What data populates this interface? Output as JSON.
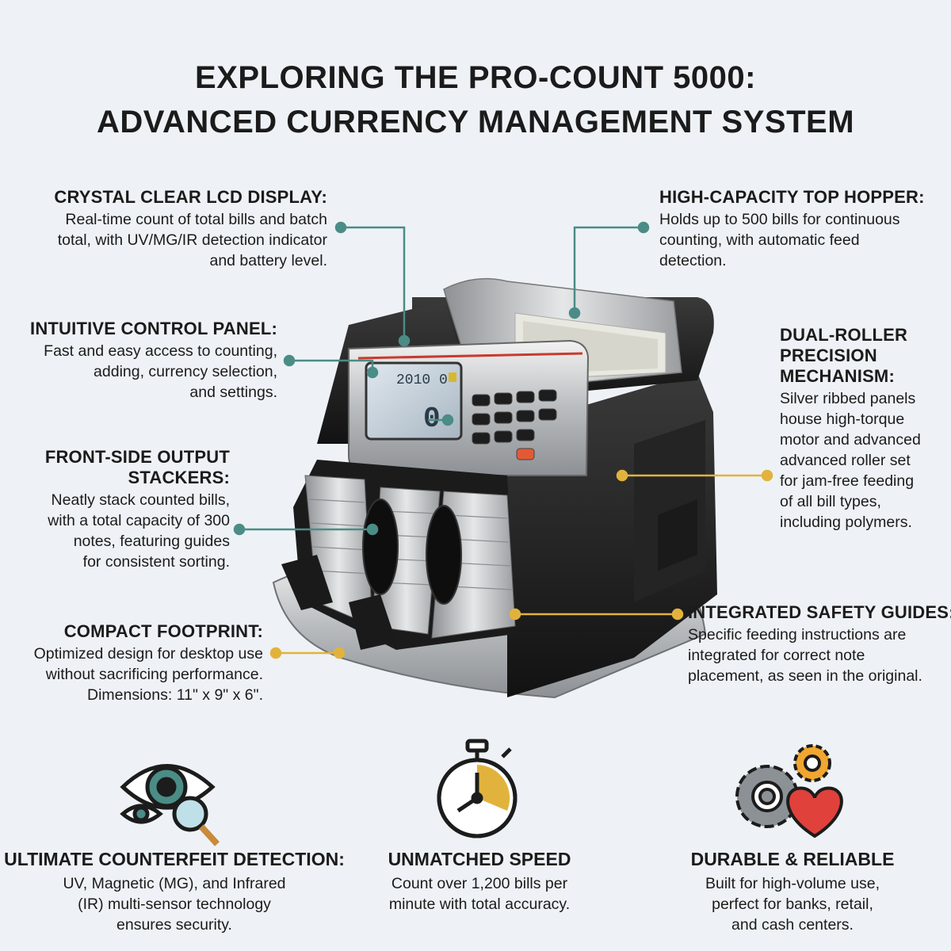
{
  "title": {
    "line1": "EXPLORING THE PRO-COUNT 5000:",
    "line2": "ADVANCED CURRENCY MANAGEMENT SYSTEM"
  },
  "callouts": {
    "lcd": {
      "heading": "CRYSTAL CLEAR LCD DISPLAY:",
      "lines": [
        "Real-time count of total bills and batch",
        "total, with UV/MG/IR detection indicator",
        "and battery level."
      ]
    },
    "control": {
      "heading": "INTUITIVE CONTROL PANEL:",
      "lines": [
        "Fast and easy access to counting,",
        "adding, currency selection,",
        "and settings."
      ]
    },
    "stackers": {
      "heading_lines": [
        "FRONT-SIDE OUTPUT",
        "STACKERS:"
      ],
      "lines": [
        "Neatly stack counted bills,",
        "with a total capacity of 300",
        "notes, featuring guides",
        "for consistent sorting."
      ]
    },
    "footprint": {
      "heading": "COMPACT FOOTPRINT:",
      "lines": [
        "Optimized design for desktop use",
        "without sacrificing performance.",
        "Dimensions: 11\" x 9\" x 6\"."
      ]
    },
    "hopper": {
      "heading": "HIGH-CAPACITY TOP HOPPER:",
      "lines": [
        "Holds up to 500 bills for continuous",
        "counting, with automatic feed",
        "detection."
      ]
    },
    "roller": {
      "heading_lines": [
        "DUAL-ROLLER",
        "PRECISION",
        "MECHANISM:"
      ],
      "lines": [
        "Silver ribbed panels",
        "house high-torque",
        "motor and advanced",
        "advanced roller set",
        "for jam-free feeding",
        "of all bill types,",
        "including polymers."
      ]
    },
    "safety": {
      "heading": "INTEGRATED SAFETY GUIDES:",
      "lines": [
        "Specific feeding instructions are",
        "integrated for correct note",
        "placement, as seen in the original."
      ]
    }
  },
  "lcd_screen": {
    "top_readout": "2010 0",
    "main_readout": "0"
  },
  "features": [
    {
      "icon": "eye-magnifier-icon",
      "heading": "ULTIMATE COUNTERFEIT DETECTION:",
      "lines": [
        "UV, Magnetic (MG), and Infrared",
        "(IR) multi-sensor technology",
        "ensures security."
      ]
    },
    {
      "icon": "stopwatch-icon",
      "heading": "UNMATCHED SPEED",
      "lines": [
        "Count over 1,200 bills per",
        "minute with total accuracy."
      ]
    },
    {
      "icon": "gears-heart-icon",
      "heading": "DURABLE & RELIABLE",
      "lines": [
        "Built for high-volume use,",
        "perfect for banks, retail,",
        "and cash centers."
      ]
    }
  ],
  "colors": {
    "teal": "#4b8c86",
    "gold": "#e2b33c",
    "heart": "#e0413b",
    "gear_orange": "#f0a630"
  }
}
